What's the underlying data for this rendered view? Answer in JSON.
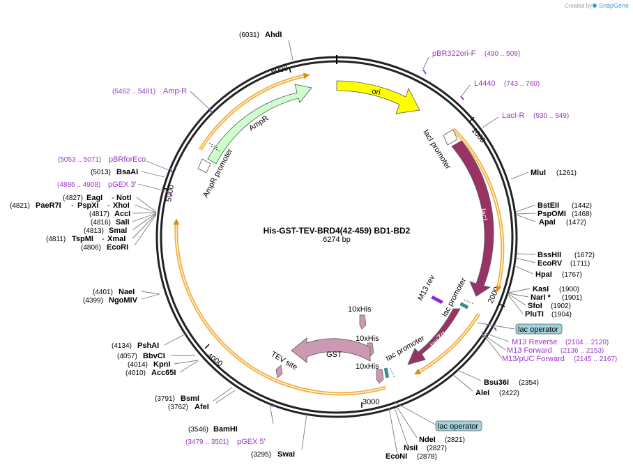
{
  "brand": {
    "created_by": "Created by",
    "name": "SnapGene"
  },
  "plasmid": {
    "name": "His-GST-TEV-BRD4(42-459) BD1-BD2",
    "length": "6274 bp"
  },
  "ticks": [
    "1000",
    "2000",
    "3000",
    "4000",
    "5000",
    "6000"
  ],
  "features": {
    "ori": "ori",
    "lacI": "lacI",
    "lacI_promoter": "lacI promoter",
    "ampr": "AmpR",
    "ampr_promoter": "AmpR promoter",
    "lacZa": "lacZα",
    "lac_promoter": "lac promoter",
    "m13rev": "M13 rev",
    "tac_promoter": "tac promoter",
    "gst": "GST",
    "tev_site": "TEV site",
    "his1": "10xHis",
    "his2": "10xHis",
    "his3": "10xHis"
  },
  "colors": {
    "ori": "#ffff00",
    "lacI": "#993366",
    "ampr": "#ccffcc",
    "gst": "#cc99b2",
    "primer": "#9b37c7",
    "lac_op": "#a3d3df",
    "orange": "#f0a630"
  },
  "badges": {
    "lac_op_1": "lac operator",
    "lac_op_2": "lac operator"
  },
  "sites": {
    "ahdI": {
      "name": "AhdI",
      "pos": "(6031)"
    },
    "mluI": {
      "name": "MluI",
      "pos": "(1261)"
    },
    "bstEII": {
      "name": "BstEII",
      "pos": "(1442)"
    },
    "pspOMI": {
      "name": "PspOMI",
      "pos": "(1468)"
    },
    "apaI": {
      "name": "ApaI",
      "pos": "(1472)"
    },
    "bssHII": {
      "name": "BssHII",
      "pos": "(1672)"
    },
    "ecoRV": {
      "name": "EcoRV",
      "pos": "(1711)"
    },
    "hpaI": {
      "name": "HpaI",
      "pos": "(1767)"
    },
    "kasI": {
      "name": "KasI",
      "pos": "(1900)"
    },
    "narI": {
      "name": "NarI *",
      "pos": "(1901)"
    },
    "sfoI": {
      "name": "SfoI",
      "pos": "(1902)"
    },
    "pluTI": {
      "name": "PluTI",
      "pos": "(1904)"
    },
    "bsu36I": {
      "name": "Bsu36I",
      "pos": "(2354)"
    },
    "aleI": {
      "name": "AleI",
      "pos": "(2422)"
    },
    "ndeI": {
      "name": "NdeI",
      "pos": "(2821)"
    },
    "nsiI": {
      "name": "NsiI",
      "pos": "(2827)"
    },
    "ecoNI": {
      "name": "EcoNI",
      "pos": "(2878)"
    },
    "swaI": {
      "name": "SwaI",
      "pos": "(3295)"
    },
    "bamHI": {
      "name": "BamHI",
      "pos": "(3546)"
    },
    "afeI": {
      "name": "AfeI",
      "pos": "(3762)"
    },
    "bsmI": {
      "name": "BsmI",
      "pos": "(3791)"
    },
    "acc65I": {
      "name": "Acc65I",
      "pos": "(4010)"
    },
    "kpnI": {
      "name": "KpnI",
      "pos": "(4014)"
    },
    "bbvCI": {
      "name": "BbvCI",
      "pos": "(4057)"
    },
    "pshAI": {
      "name": "PshAI",
      "pos": "(4134)"
    },
    "ngoMIV": {
      "name": "NgoMIV",
      "pos": "(4399)"
    },
    "naeI": {
      "name": "NaeI",
      "pos": "(4401)"
    },
    "ecoRI": {
      "name": "EcoRI",
      "pos": "(4806)"
    },
    "tspMI": {
      "name": "TspMI",
      "pos": "(4811)"
    },
    "xmaI": {
      "name": "XmaI",
      "pos": ""
    },
    "smaI": {
      "name": "SmaI",
      "pos": "(4813)"
    },
    "salI": {
      "name": "SalI",
      "pos": "(4816)"
    },
    "accI": {
      "name": "AccI",
      "pos": "(4817)"
    },
    "paeR7I": {
      "name": "PaeR7I",
      "pos": "(4821)"
    },
    "pspXI": {
      "name": "PspXI",
      "pos": ""
    },
    "xhoI": {
      "name": "XhoI",
      "pos": ""
    },
    "eagI": {
      "name": "EagI",
      "pos": "(4827)"
    },
    "notI": {
      "name": "NotI",
      "pos": ""
    },
    "bsaAI": {
      "name": "BsaAI",
      "pos": "(5013)"
    }
  },
  "primers": {
    "pbr322ori": {
      "name": "pBR322ori-F",
      "range": "(490 .. 509)"
    },
    "l4440": {
      "name": "L4440",
      "range": "(743 .. 760)"
    },
    "lacIR": {
      "name": "LacI-R",
      "range": "(930 .. 949)"
    },
    "m13reverse": {
      "name": "M13 Reverse",
      "range": "(2104 .. 2120)"
    },
    "m13forward": {
      "name": "M13 Forward",
      "range": "(2136 .. 2153)"
    },
    "m13puc": {
      "name": "M13/pUC Forward",
      "range": "(2145 .. 2167)"
    },
    "pgex5": {
      "name": "pGEX 5'",
      "range": "(3479 .. 3501)"
    },
    "pgex3": {
      "name": "pGEX 3'",
      "range": "(4886 .. 4908)"
    },
    "pbrforeco": {
      "name": "pBRforEco",
      "range": "(5053 .. 5071)"
    },
    "ampR": {
      "name": "Amp-R",
      "range": "(5462 .. 5481)"
    }
  }
}
